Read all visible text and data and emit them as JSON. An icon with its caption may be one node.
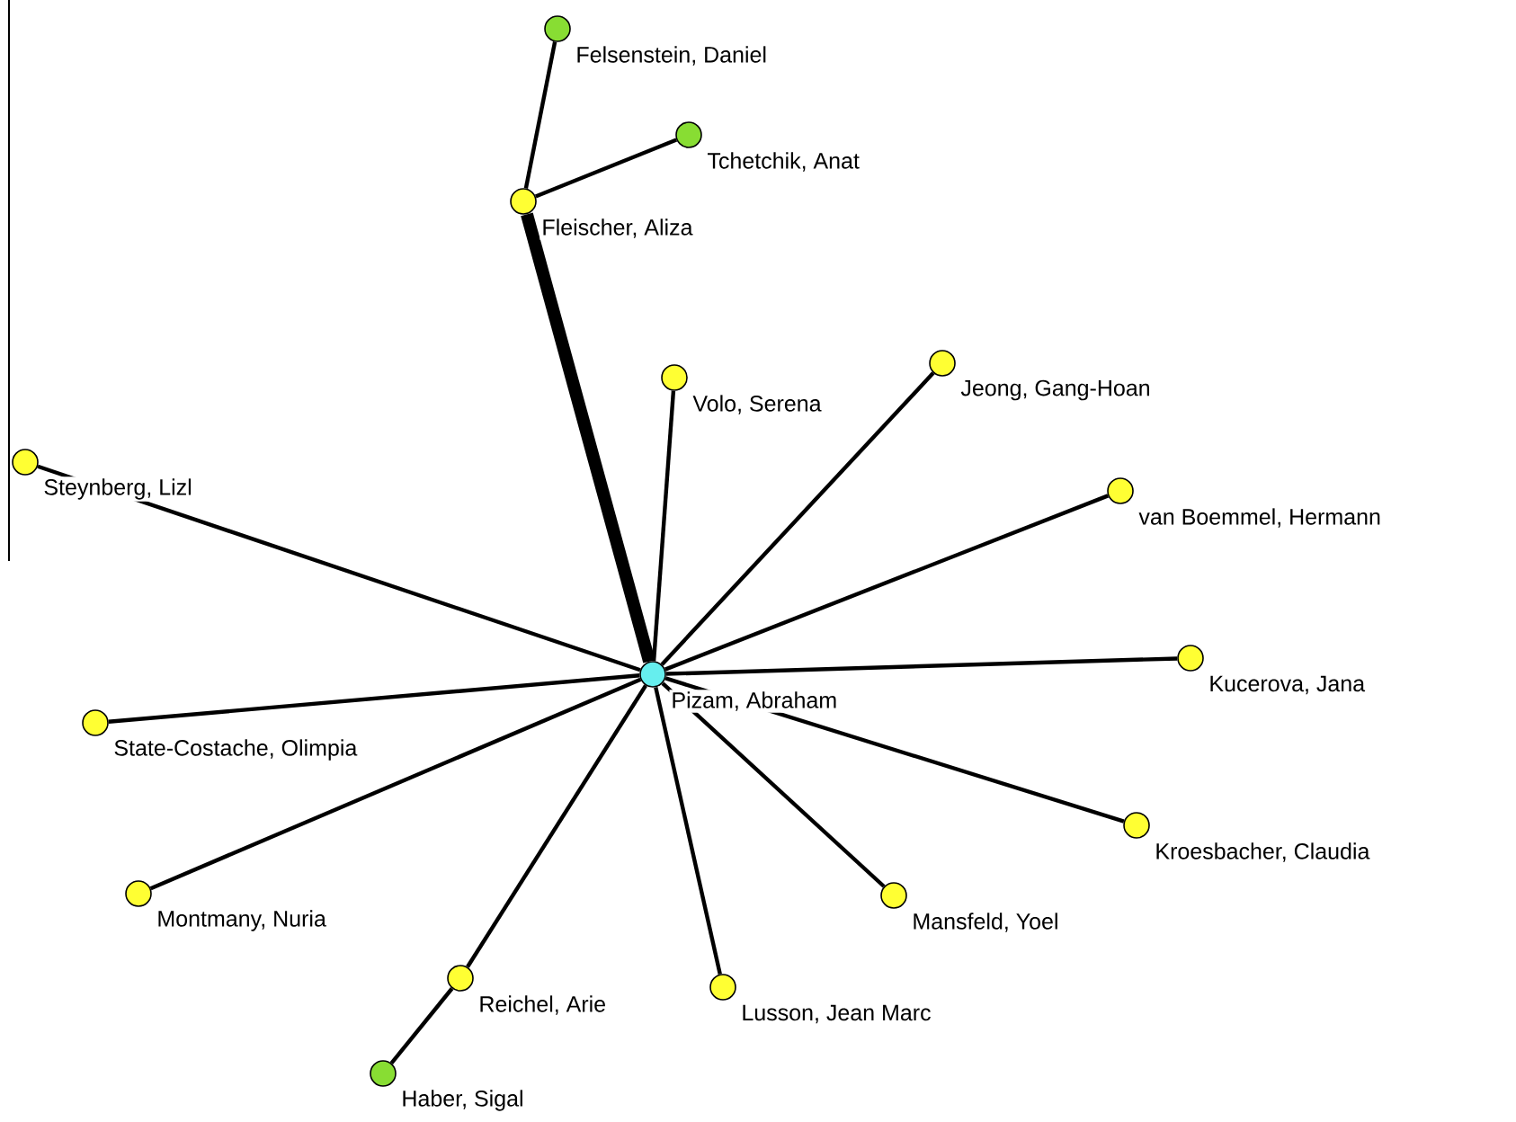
{
  "diagram": {
    "nodes": [
      {
        "text": [],
        "shape": "circle",
        "beside": [
          "Felsenstein, Daniel"
        ]
      },
      {
        "text": [],
        "shape": "circle",
        "beside": [
          "Tchetchik, Anat"
        ]
      },
      {
        "text": [],
        "shape": "circle",
        "beside": [
          "Fleischer, Aliza"
        ]
      },
      {
        "text": [],
        "shape": "circle",
        "beside": [
          "Volo, Serena"
        ]
      },
      {
        "text": [],
        "shape": "circle",
        "beside": [
          "Jeong, Gang-Hoan"
        ]
      },
      {
        "text": [],
        "shape": "circle",
        "beside": [
          "Steynberg, Lizl"
        ]
      },
      {
        "text": [],
        "shape": "circle",
        "beside": [
          "van Boemmel, Hermann"
        ]
      },
      {
        "text": [],
        "shape": "circle",
        "beside": [
          "Pizam, Abraham"
        ]
      },
      {
        "text": [],
        "shape": "circle",
        "beside": [
          "Kucerova, Jana"
        ]
      },
      {
        "text": [],
        "shape": "circle",
        "beside": [
          "State-Costache, Olimpia"
        ]
      },
      {
        "text": [],
        "shape": "circle",
        "beside": [
          "Kroesbacher, Claudia"
        ]
      },
      {
        "text": [],
        "shape": "circle",
        "beside": [
          "Montmany, Nuria"
        ]
      },
      {
        "text": [],
        "shape": "circle",
        "beside": [
          "Mansfeld, Yoel"
        ]
      },
      {
        "text": [],
        "shape": "circle",
        "beside": [
          "Reichel, Arie"
        ]
      },
      {
        "text": [],
        "shape": "circle",
        "beside": [
          "Lusson, Jean Marc"
        ]
      },
      {
        "text": [],
        "shape": "circle",
        "beside": [
          "Haber, Sigal"
        ]
      }
    ],
    "edges": [
      {
        "from": 2,
        "to": 0,
        "arrow": "none"
      },
      {
        "from": 2,
        "to": 1,
        "arrow": "none"
      },
      {
        "from": 2,
        "to": 7,
        "arrow": "none",
        "style": "thick"
      },
      {
        "from": 7,
        "to": 3,
        "arrow": "none"
      },
      {
        "from": 7,
        "to": 4,
        "arrow": "none"
      },
      {
        "from": 7,
        "to": 5,
        "arrow": "none"
      },
      {
        "from": 7,
        "to": 6,
        "arrow": "none"
      },
      {
        "from": 7,
        "to": 8,
        "arrow": "none"
      },
      {
        "from": 7,
        "to": 9,
        "arrow": "none"
      },
      {
        "from": 7,
        "to": 10,
        "arrow": "none"
      },
      {
        "from": 7,
        "to": 11,
        "arrow": "none"
      },
      {
        "from": 7,
        "to": 12,
        "arrow": "none"
      },
      {
        "from": 7,
        "to": 13,
        "arrow": "none"
      },
      {
        "from": 7,
        "to": 14,
        "arrow": "none"
      },
      {
        "from": 13,
        "to": 15,
        "arrow": "none"
      }
    ]
  }
}
